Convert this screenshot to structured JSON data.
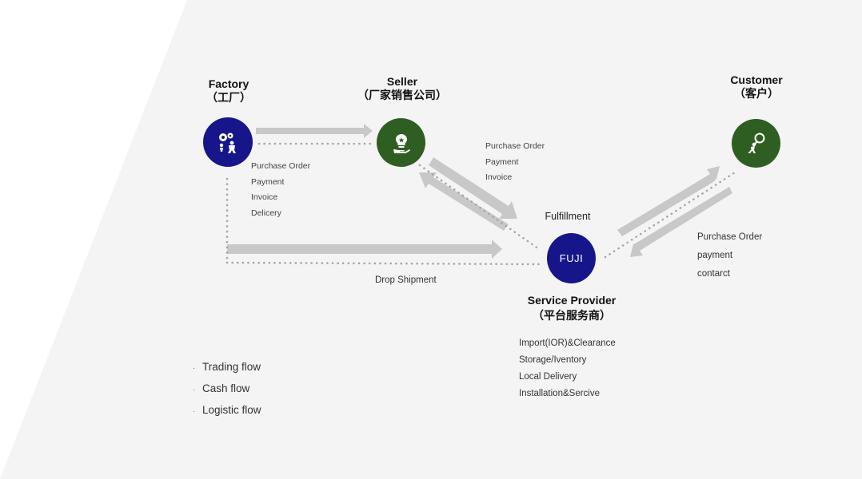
{
  "nodes": {
    "factory": {
      "title": "Factory",
      "sub": "（工厂）"
    },
    "seller": {
      "title": "Seller",
      "sub": "（厂家销售公司）"
    },
    "customer": {
      "title": "Customer",
      "sub": "（客户）"
    },
    "provider": {
      "top_label": "Fulfillment",
      "badge": "FUJI",
      "title": "Service Provider",
      "sub": "（平台服务商）",
      "services": [
        "Import(IOR)&Clearance",
        "Storage/Iventory",
        "Local Delivery",
        "Installation&Sercive"
      ]
    }
  },
  "flow_labels": {
    "factory_seller": [
      "Purchase Order",
      "Payment",
      "Invoice",
      "Delicery"
    ],
    "seller_provider": [
      "Purchase Order",
      "Payment",
      "Invoice"
    ],
    "customer_provider": [
      "Purchase Order",
      "payment",
      "contarct"
    ],
    "drop_shipment": "Drop Shipment"
  },
  "legend": {
    "bullet": "·",
    "items": [
      "Trading flow",
      "Cash flow",
      "Logistic flow"
    ]
  },
  "colors": {
    "navy": "#16168a",
    "green": "#2e5e22",
    "arrow": "#c8c8c8",
    "dots": "#a6a6a6",
    "background_band": "#f4f4f5"
  },
  "icons": {
    "factory": "gears-person-icon",
    "seller": "lightbulb-hand-icon",
    "customer": "person-balloon-icon"
  }
}
